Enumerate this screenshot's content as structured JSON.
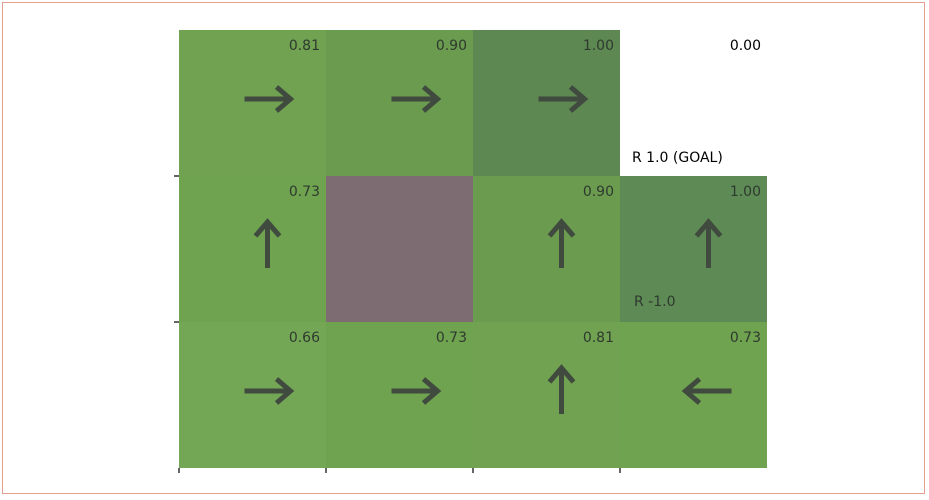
{
  "gridworld": {
    "colors": {
      "frame_border": "#e3a08e",
      "obstacle": "#7d6c72",
      "goal": "#ffffff",
      "arrow": "#404a3f",
      "text": "#2f3a2f",
      "axis": "#333333"
    },
    "cells": [
      {
        "row": 0,
        "col": 0,
        "value": "0.81",
        "arrow": "right-arrow-icon",
        "fill": "#70a251"
      },
      {
        "row": 0,
        "col": 1,
        "value": "0.90",
        "arrow": "right-arrow-icon",
        "fill": "#6a9b4f"
      },
      {
        "row": 0,
        "col": 2,
        "value": "1.00",
        "arrow": "right-arrow-icon",
        "fill": "#5d8852"
      },
      {
        "row": 0,
        "col": 3,
        "value": "0.00",
        "reward": "R 1.0 (GOAL)",
        "fill": "#ffffff",
        "is_goal": true
      },
      {
        "row": 1,
        "col": 0,
        "value": "0.73",
        "arrow": "up-arrow-icon",
        "fill": "#6fa350"
      },
      {
        "row": 1,
        "col": 1,
        "fill": "#7d6c72",
        "is_obstacle": true
      },
      {
        "row": 1,
        "col": 2,
        "value": "0.90",
        "arrow": "up-arrow-icon",
        "fill": "#6a9b4f"
      },
      {
        "row": 1,
        "col": 3,
        "value": "1.00",
        "reward": "R -1.0",
        "arrow": "up-arrow-icon",
        "fill": "#5e8a55"
      },
      {
        "row": 2,
        "col": 0,
        "value": "0.66",
        "arrow": "right-arrow-icon",
        "fill": "#74a755"
      },
      {
        "row": 2,
        "col": 1,
        "value": "0.73",
        "arrow": "right-arrow-icon",
        "fill": "#6fa350"
      },
      {
        "row": 2,
        "col": 2,
        "value": "0.81",
        "arrow": "up-arrow-icon",
        "fill": "#70a251"
      },
      {
        "row": 2,
        "col": 3,
        "value": "0.73",
        "arrow": "left-arrow-icon",
        "fill": "#6fa350"
      }
    ]
  }
}
